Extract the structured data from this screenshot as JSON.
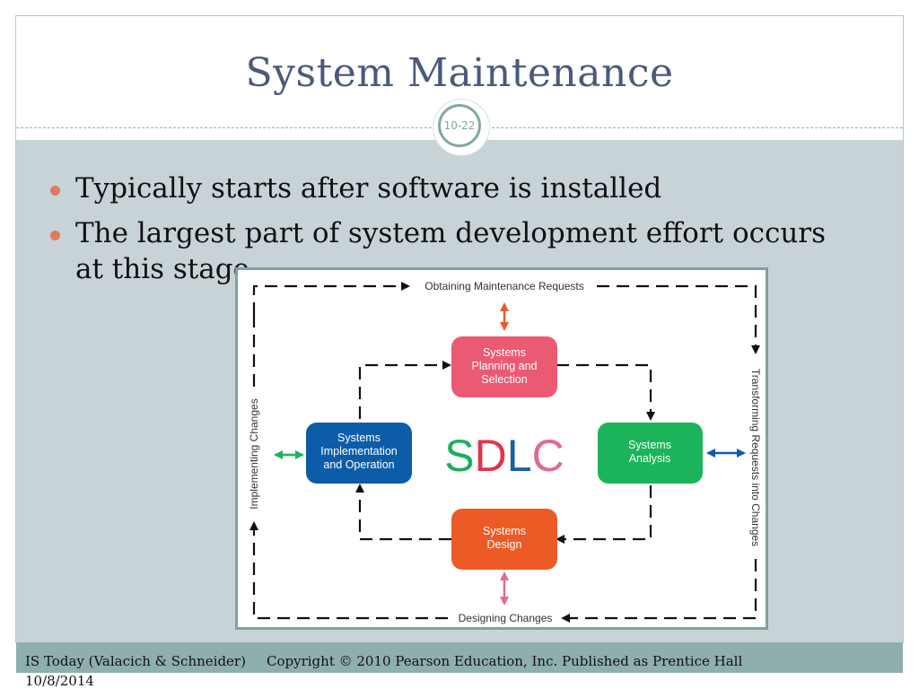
{
  "slide": {
    "title": "System Maintenance",
    "slide_number": "10-22",
    "bullets": [
      "Typically starts after software is installed",
      "The largest part of system development effort occurs at this stage"
    ]
  },
  "diagram": {
    "center_label": "SDLC",
    "center_colors": [
      "#1fae5e",
      "#e2334b",
      "#1b5fa6",
      "#e06a92"
    ],
    "phases": {
      "planning": {
        "line1": "Systems",
        "line2": "Planning and",
        "line3": "Selection",
        "color": "#ea5a73"
      },
      "analysis": {
        "line1": "Systems",
        "line2": "Analysis",
        "color": "#1cb45a"
      },
      "design": {
        "line1": "Systems",
        "line2": "Design",
        "color": "#ec5b26"
      },
      "implementation": {
        "line1": "Systems",
        "line2": "Implementation",
        "line3": "and Operation",
        "color": "#0d5ca8"
      }
    },
    "outer_labels": {
      "top": "Obtaining Maintenance Requests",
      "right": "Transforming Requests into Changes",
      "bottom": "Designing Changes",
      "left": "Implementing Changes"
    }
  },
  "footer": {
    "source": "IS Today (Valacich & Schneider)",
    "copyright": "Copyright © 2010 Pearson Education, Inc. Published as Prentice Hall",
    "date": "10/8/2014"
  }
}
